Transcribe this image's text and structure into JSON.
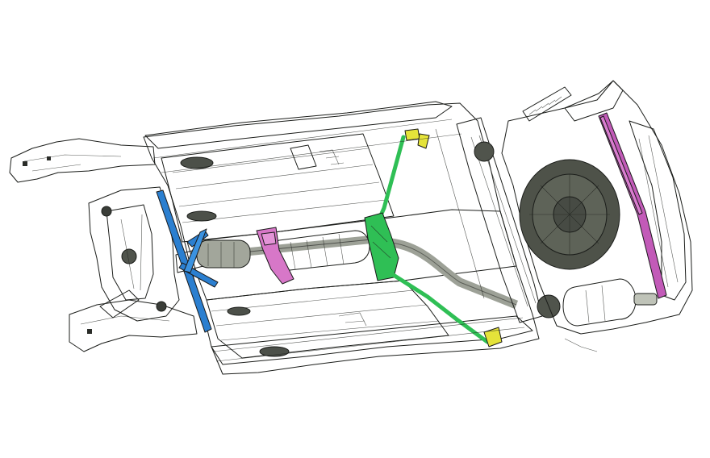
{
  "colors": {
    "background": "#ffffff",
    "body_dark": "#3f433d",
    "body_mid": "#575c53",
    "body_light": "#6f746a",
    "edge": "#1b1d1a",
    "accent_blue": "#2b7fd0",
    "accent_green": "#2fbf55",
    "accent_pink": "#d777c8",
    "accent_magenta": "#c25ab8",
    "accent_yellow": "#e5e33a"
  },
  "highlights": [
    {
      "id": "front-crossmember-brace",
      "color": "blue"
    },
    {
      "id": "center-tunnel-bracket",
      "color": "pink"
    },
    {
      "id": "rear-floor-brace",
      "color": "green"
    },
    {
      "id": "rear-bumper-beam",
      "color": "magenta"
    },
    {
      "id": "brace-mount-brackets",
      "color": "yellow"
    }
  ]
}
